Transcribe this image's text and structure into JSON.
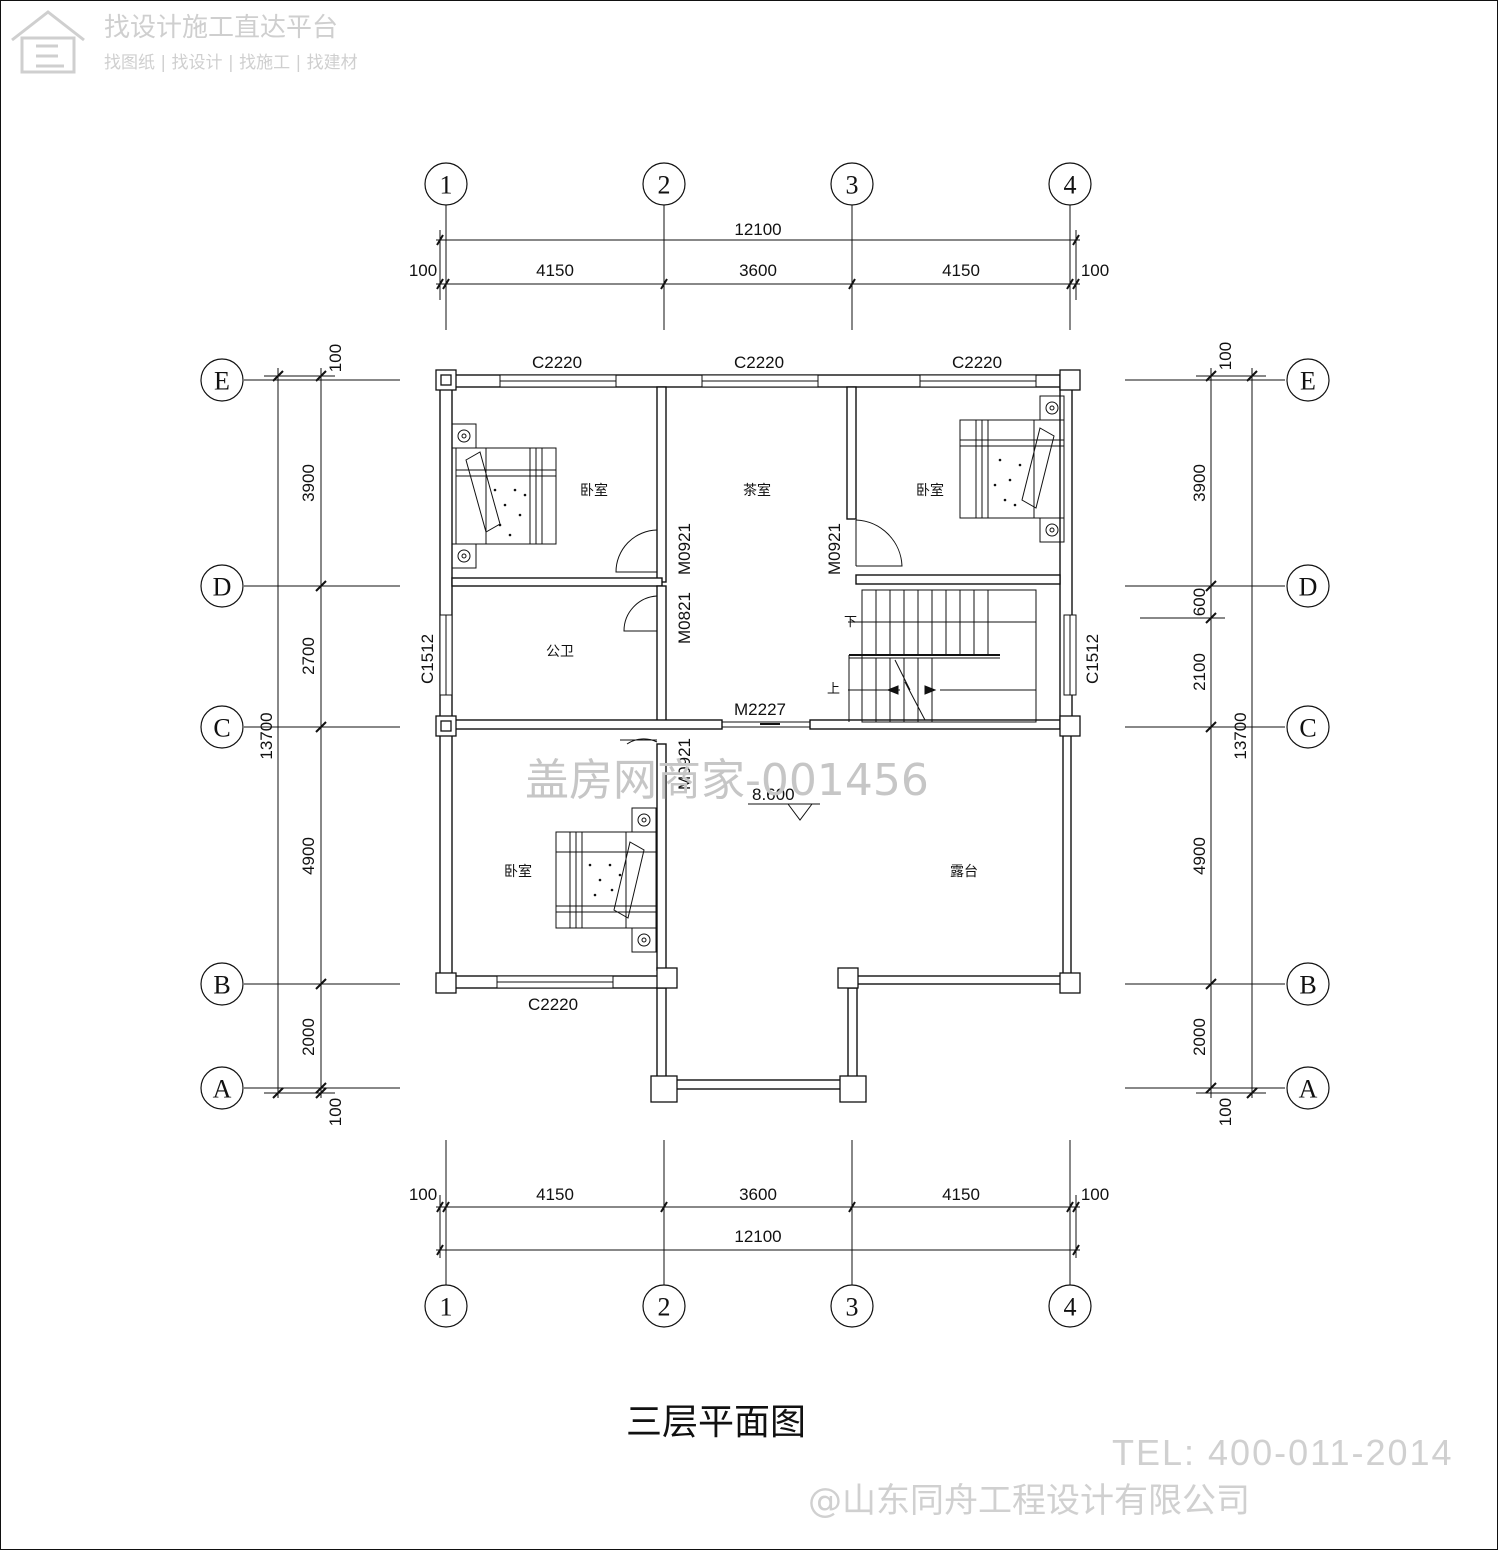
{
  "watermark": {
    "platform_title": "找设计施工直达平台",
    "platform_sub": "找图纸 | 找设计 | 找施工 | 找建材",
    "center_stamp": "盖房网商家-001456",
    "tel": "TEL: 400-011-2014",
    "company": "@山东同舟工程设计有限公司"
  },
  "drawing_title": "三层平面图",
  "axes": {
    "columns": [
      "1",
      "2",
      "3",
      "4"
    ],
    "rows": [
      "E",
      "D",
      "C",
      "B",
      "A"
    ]
  },
  "dimensions": {
    "top_total": "12100",
    "top_segments": [
      "100",
      "4150",
      "3600",
      "4150",
      "100"
    ],
    "bottom_total": "12100",
    "bottom_segments": [
      "100",
      "4150",
      "3600",
      "4150",
      "100"
    ],
    "left_total": "13700",
    "left_segments": [
      "100",
      "3900",
      "2700",
      "4900",
      "2000",
      "100"
    ],
    "right_total": "13700",
    "right_segments": [
      "100",
      "3900",
      "600",
      "2100",
      "4900",
      "2000",
      "100"
    ]
  },
  "rooms": {
    "bedroom_nw": "卧室",
    "tea_room": "茶室",
    "bedroom_ne": "卧室",
    "toilet": "公卫",
    "bedroom_sw": "卧室",
    "terrace": "露台"
  },
  "openings": {
    "window_top_1": "C2220",
    "window_top_2": "C2220",
    "window_top_3": "C2220",
    "window_bottom": "C2220",
    "window_left": "C1512",
    "window_right": "C1512",
    "door_bed_nw": "M0921",
    "door_bed_ne": "M0921",
    "door_toilet": "M0821",
    "door_bed_sw": "M0921",
    "door_terrace": "M2227"
  },
  "stair": {
    "down": "下",
    "up": "上"
  },
  "terrace_level": "8.600"
}
